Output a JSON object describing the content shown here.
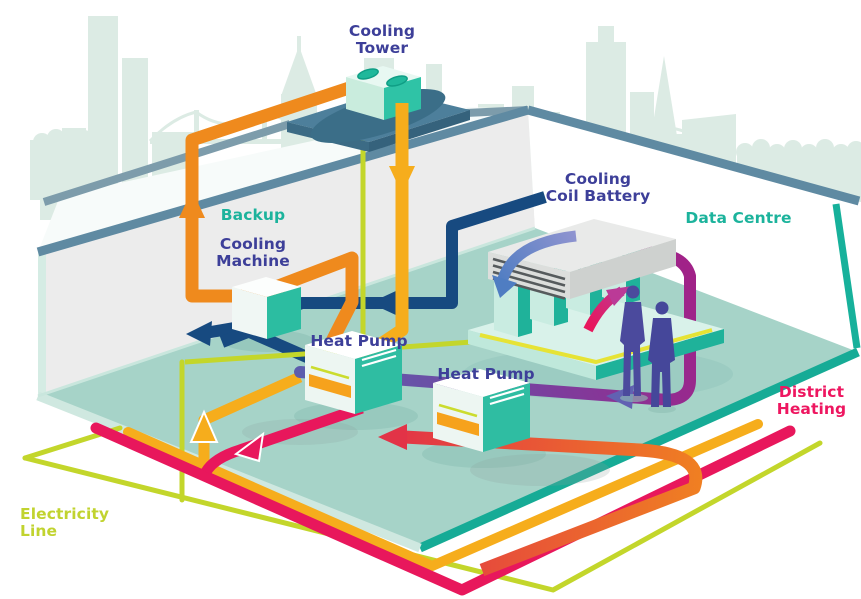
{
  "diagram": {
    "labels": {
      "cooling_tower": [
        "Cooling",
        "Tower"
      ],
      "backup": "Backup",
      "cooling_machine": [
        "Cooling",
        "Machine"
      ],
      "cooling_coil_battery": [
        "Cooling",
        "Coil Battery"
      ],
      "data_centre": "Data Centre",
      "heat_pump": "Heat Pump",
      "district_heating": [
        "District",
        "Heating"
      ],
      "electricity_line": [
        "Electricity",
        "Line"
      ]
    },
    "colors": {
      "label_indigo": "#3d3f99",
      "label_teal": "#1cb39c",
      "label_pink": "#ee1660",
      "label_lime": "#c1d32f",
      "pipe_orange": "#ef8a1d",
      "pipe_amber": "#f6ad1c",
      "pipe_navy": "#174a80",
      "pipe_crimson": "#e8175c",
      "pipe_red_orange": "#e23347",
      "pipe_purple": "#a12288",
      "pipe_violet": "#5d5dad",
      "electricity_lime": "#c3d62b",
      "floor_teal": "#a6d3c8",
      "skyline_mint": "#dcebe4",
      "roof_slate": "#5f8aa2"
    }
  }
}
